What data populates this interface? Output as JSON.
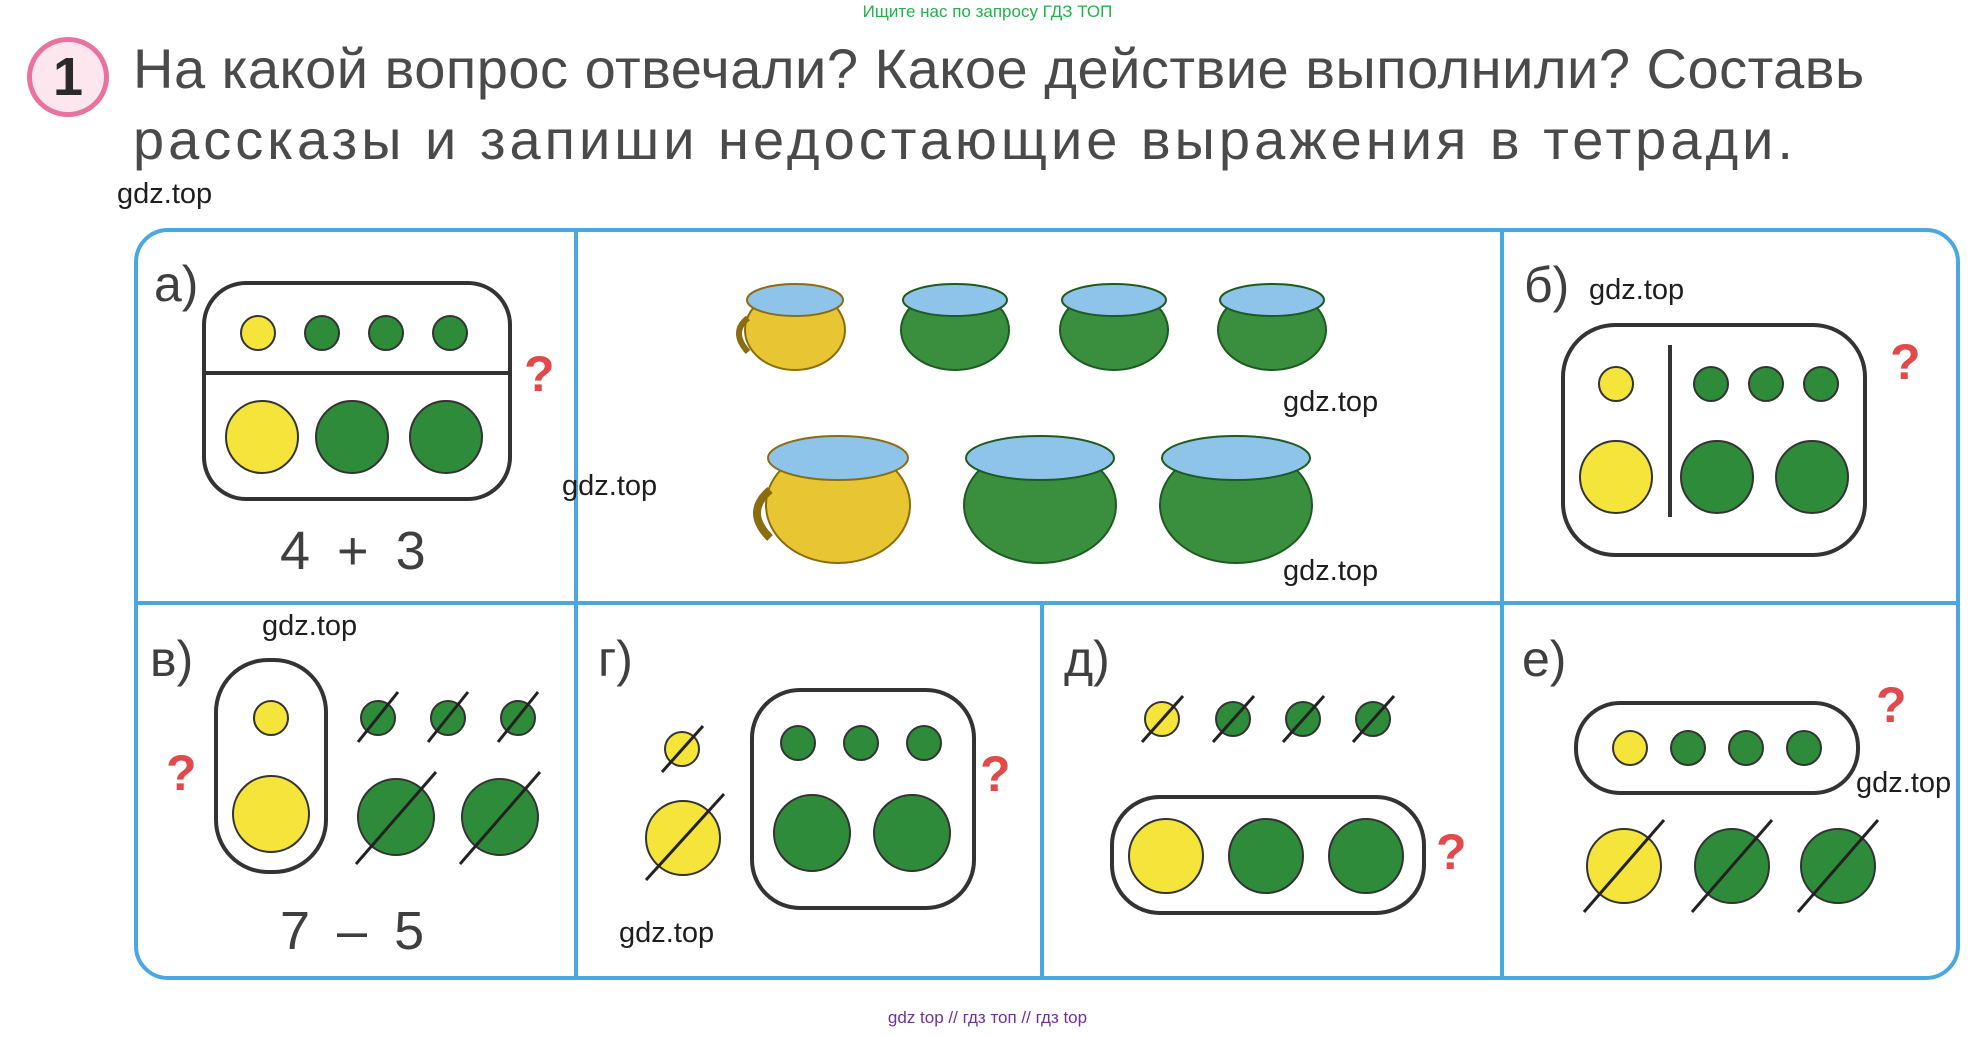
{
  "header": {
    "link_text": "Ищите нас по запросу ГДЗ ТОП"
  },
  "task": {
    "number": "1",
    "line1": "На какой вопрос отвечали? Какое действие выполнили? Составь",
    "line2": "рассказы и запиши недостающие выражения в тетради."
  },
  "watermark": "gdz.top",
  "cells": {
    "a": {
      "label": "а)",
      "expression": "4 + 3",
      "question": "?"
    },
    "b": {
      "label": "б)",
      "question": "?"
    },
    "v": {
      "label": "в)",
      "expression": "7 – 5",
      "question": "?"
    },
    "g": {
      "label": "г)",
      "question": "?"
    },
    "d": {
      "label": "д)",
      "question": "?"
    },
    "e": {
      "label": "е)",
      "question": "?"
    }
  },
  "footer": {
    "link_text": "gdz top  //  гдз топ  //  гдз top"
  },
  "colors": {
    "frame_blue": "#4aa8e0",
    "yellow_dot": "#f5e43a",
    "green_dot": "#2e8b3a",
    "question_red": "#e04a4a",
    "task_number_pink": "#e9729f"
  }
}
